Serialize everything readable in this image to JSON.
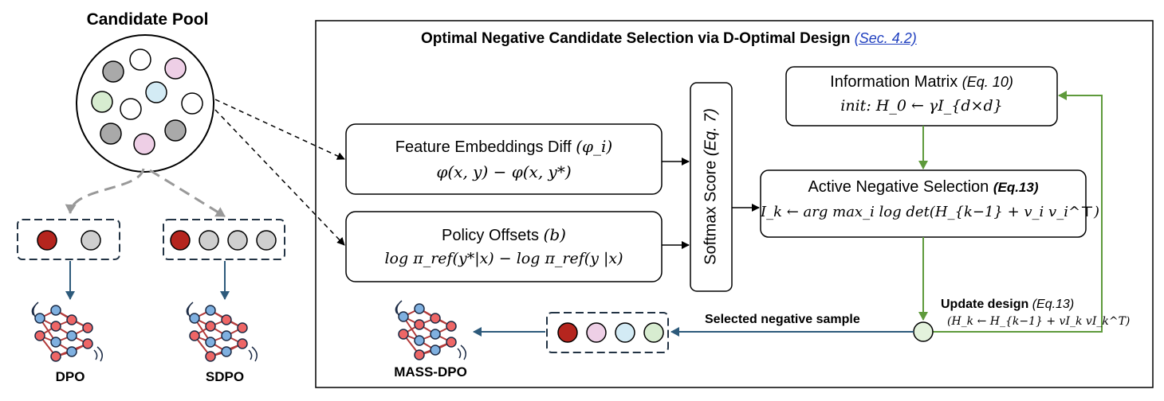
{
  "pool": {
    "title": "Candidate Pool"
  },
  "main_box": {
    "title": "Optimal Negative Candidate Selection via D-Optimal Design",
    "title_link": "(Sec. 4.2)"
  },
  "feature_box": {
    "label": "Feature Embeddings Diff",
    "label_math": "(φ_i)",
    "formula": "φ(x, y) − φ(x, y*)"
  },
  "policy_box": {
    "label": "Policy Offsets",
    "label_math": "(b)",
    "formula": "log π_ref(y*|x) − log π_ref(y |x)"
  },
  "softmax_box": {
    "label": "Softmax Score",
    "ref": "(Eq. 7)"
  },
  "info_box": {
    "label": "Information Matrix",
    "ref": "(Eq. 10)",
    "formula": "init: H_0 ← γI_{d×d}"
  },
  "active_box": {
    "label": "Active Negative Selection",
    "ref": "(Eq.13)",
    "formula": "I_k ← arg max_i log det(H_{k−1} + v_i v_i^⊤)"
  },
  "update": {
    "label": "Update design",
    "ref": "(Eq.13)",
    "formula": "(H_k ← H_{k−1} + vI_k vI_k^T)"
  },
  "selected_label": "Selected negative sample",
  "models": {
    "dpo": "DPO",
    "sdpo": "SDPO",
    "mass": "MASS-DPO"
  },
  "colors": {
    "gray": "#a9a9a9",
    "pink": "#eecfe6",
    "green": "#d7ecd0",
    "blue": "#d3ebf5",
    "red": "#b5251e",
    "light_gray": "#cfcfcf",
    "arrow_green": "#5e9a3b",
    "arrow_blue": "#2d5a7b",
    "border_dark": "#223344",
    "link": "#1f3fbf"
  }
}
